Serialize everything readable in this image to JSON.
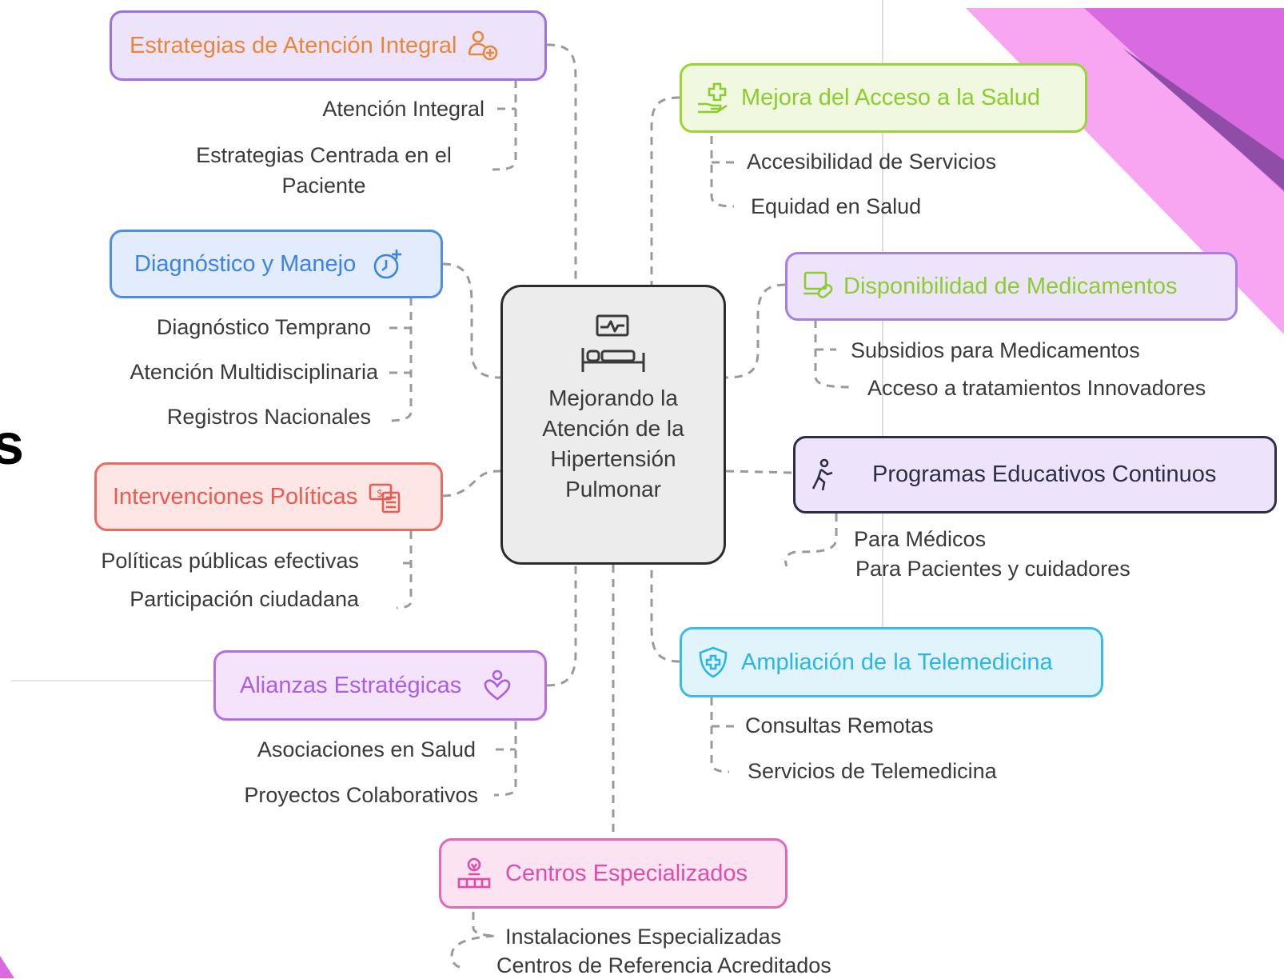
{
  "colors": {
    "orange": "#e8873a",
    "green": "#8ccd2e",
    "blue": "#3d82e6",
    "purple": "#9d4ee6",
    "red": "#ec5a52",
    "violet": "#a95ee6",
    "cyan": "#2ab6e8",
    "pink": "#e04ca8",
    "indigo": "#2d2d48",
    "decor_pink": "#f8a6f2",
    "decor_magenta": "#d96adf",
    "decor_dark": "#8f4da8"
  },
  "edge_glyph": "s",
  "center": {
    "title": "Mejorando la Atención de la Hipertensión Pulmonar",
    "icon": "hospital-bed-monitor-icon"
  },
  "branches": {
    "estrategias": {
      "title": "Estrategias de Atención Integral",
      "icon": "person-plus-icon",
      "items": [
        "Atención Integral",
        "Estrategias Centrada en el Paciente"
      ]
    },
    "diagnostico": {
      "title": "Diagnóstico y Manejo",
      "icon": "stopwatch-plus-icon",
      "items": [
        "Diagnóstico Temprano",
        "Atención Multidisciplinaria",
        "Registros Nacionales"
      ]
    },
    "intervenciones": {
      "title": "Intervenciones Políticas",
      "icon": "money-calculator-icon",
      "items": [
        "Políticas públicas efectivas",
        "Participación ciudadana"
      ]
    },
    "alianzas": {
      "title": "Alianzas Estratégicas",
      "icon": "people-heart-icon",
      "items": [
        "Asociaciones en Salud",
        "Proyectos Colaborativos"
      ]
    },
    "acceso": {
      "title": "Mejora del Acceso a la Salud",
      "icon": "hand-medical-cross-icon",
      "items": [
        "Accesibilidad de Servicios",
        "Equidad en Salud"
      ]
    },
    "medicamentos": {
      "title": "Disponibilidad de Medicamentos",
      "icon": "laptop-pill-icon",
      "items": [
        "Subsidios para Medicamentos",
        "Acceso a tratamientos Innovadores"
      ]
    },
    "programas": {
      "title": "Programas Educativos Continuos",
      "icon": "person-walking-icon",
      "items": [
        "Para Médicos",
        "Para Pacientes y cuidadores"
      ]
    },
    "telemedicina": {
      "title": "Ampliación de la Telemedicina",
      "icon": "shield-cross-icon",
      "items": [
        "Consultas Remotas",
        "Servicios de Telemedicina"
      ]
    },
    "centros": {
      "title": "Centros Especializados",
      "icon": "award-podium-icon",
      "items": [
        "Instalaciones Especializadas",
        "Centros de Referencia Acreditados"
      ]
    }
  }
}
